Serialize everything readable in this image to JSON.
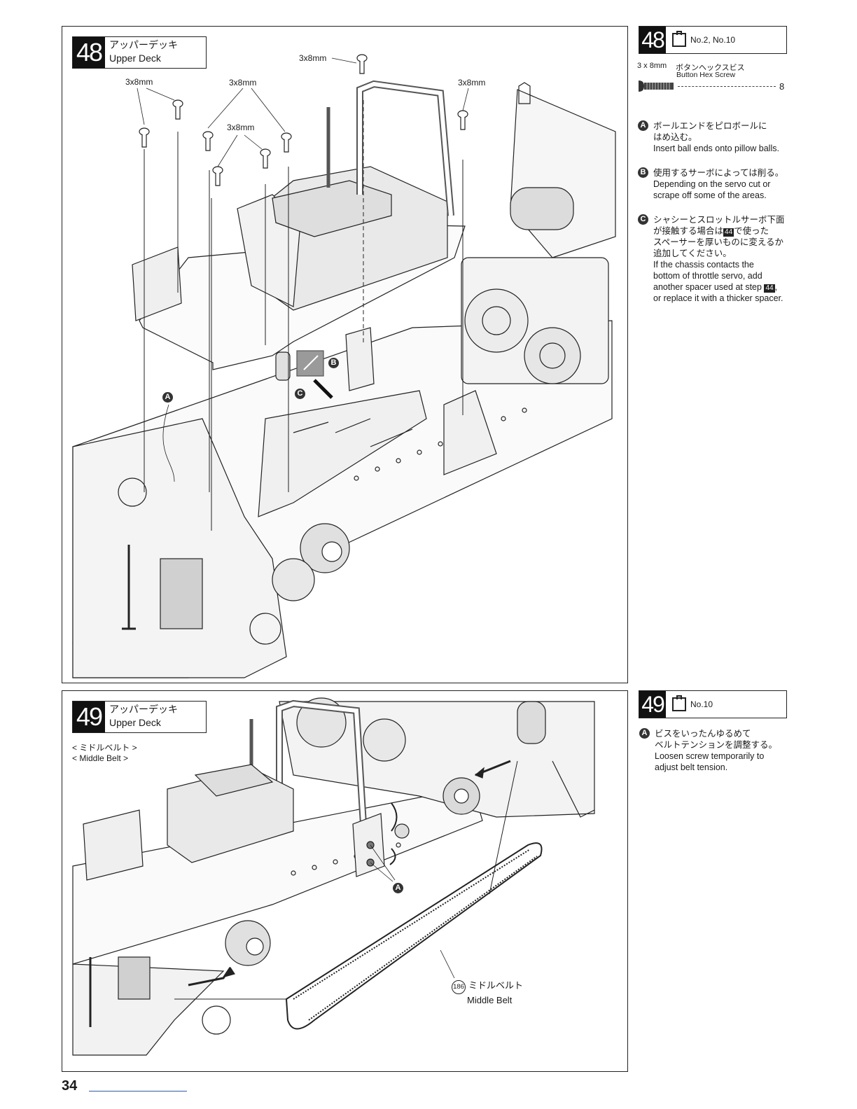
{
  "page_number": "34",
  "step48": {
    "number": "48",
    "title_jp": "アッパーデッキ",
    "title_en": "Upper Deck",
    "screw_labels": [
      "3x8mm",
      "3x8mm",
      "3x8mm",
      "3x8mm",
      "3x8mm"
    ],
    "callouts": [
      "A",
      "B",
      "C"
    ],
    "side": {
      "number": "48",
      "tools": "No.2, No.10",
      "part_spec": "3 x 8mm",
      "part_name_jp": "ボタンヘックスビス",
      "part_name_en": "Button Hex Screw",
      "quantity": "8",
      "notes": [
        {
          "letter": "A",
          "jp": [
            "ボールエンドをピロボールに",
            "はめ込む。"
          ],
          "en": [
            "Insert ball ends onto pillow balls."
          ]
        },
        {
          "letter": "B",
          "jp": [
            "使用するサーボによっては削る。"
          ],
          "en": [
            "Depending on the servo cut or",
            "scrape off some of the areas."
          ]
        },
        {
          "letter": "C",
          "jp_1": "シャシーとスロットルサーボ下面",
          "jp_2a": "が接触する場合は",
          "step_ref": "44",
          "jp_2b": "で使った",
          "jp_3": "スペーサーを厚いものに変えるか",
          "jp_4": "追加してください。",
          "en_1": "If the chassis contacts the",
          "en_2": "bottom of throttle servo, add",
          "en_3a": "another spacer used at step",
          "en_3b": ",",
          "en_4": "or replace it with a thicker spacer."
        }
      ]
    }
  },
  "step49": {
    "number": "49",
    "title_jp": "アッパーデッキ",
    "title_en": "Upper Deck",
    "sub_jp": "< ミドルベルト >",
    "sub_en": "< Middle Belt >",
    "callout": "A",
    "belt_part_no": "186",
    "belt_name_jp": "ミドルベルト",
    "belt_name_en": "Middle Belt",
    "side": {
      "number": "49",
      "tools": "No.10",
      "note": {
        "letter": "A",
        "jp": [
          "ビスをいったんゆるめて",
          "ベルトテンションを調整する。"
        ],
        "en": [
          "Loosen screw temporarily to",
          "adjust belt tension."
        ]
      }
    }
  },
  "colors": {
    "ink": "#1a1a1a",
    "badge": "#333333",
    "link_line": "#1a5fd0",
    "shade": "#9a9a9a"
  }
}
